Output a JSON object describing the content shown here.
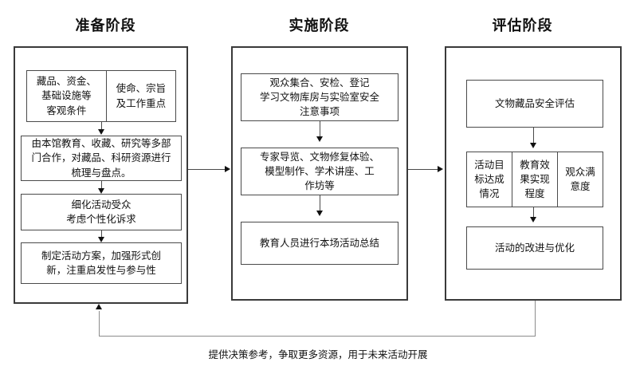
{
  "diagram": {
    "title_stage_1": "准备阶段",
    "title_stage_2": "实施阶段",
    "title_stage_3": "评估阶段",
    "caption": "提供决策参考，争取更多资源，用于未来活动开展"
  },
  "stage1": {
    "nodes": [
      {
        "cells": [
          "藏品、资金、\n基础设施等\n客观条件",
          "使命、宗旨\n及工作重点"
        ]
      },
      {
        "text": "由本馆教育、收藏、研究等多部\n门合作，对藏品、科研资源进行\n梳理与盘点。"
      },
      {
        "text": "细化活动受众\n考虑个性化诉求"
      },
      {
        "text": "制定活动方案，加强形式创\n新，注重启发性与参与性"
      }
    ]
  },
  "stage2": {
    "nodes": [
      {
        "text": "观众集合、安检、登记\n学习文物库房与实验室安全\n注意事项"
      },
      {
        "text": "专家导览、文物修复体验、\n模型制作、学术讲座、工\n作坊等"
      },
      {
        "text": "教育人员进行本场活动总结"
      }
    ]
  },
  "stage3": {
    "nodes": [
      {
        "text": "文物藏品安全评估"
      },
      {
        "cells": [
          "活动目\n标达成\n情况",
          "教育效\n果实现\n程度",
          "观众满\n意度"
        ]
      },
      {
        "text": "活动的改进与优化"
      }
    ]
  },
  "colors": {
    "stroke": "#3a3a3a",
    "node_stroke": "#4a4a4a",
    "feedback_line": "#8c8c8c",
    "text": "#111111",
    "background": "#ffffff"
  }
}
